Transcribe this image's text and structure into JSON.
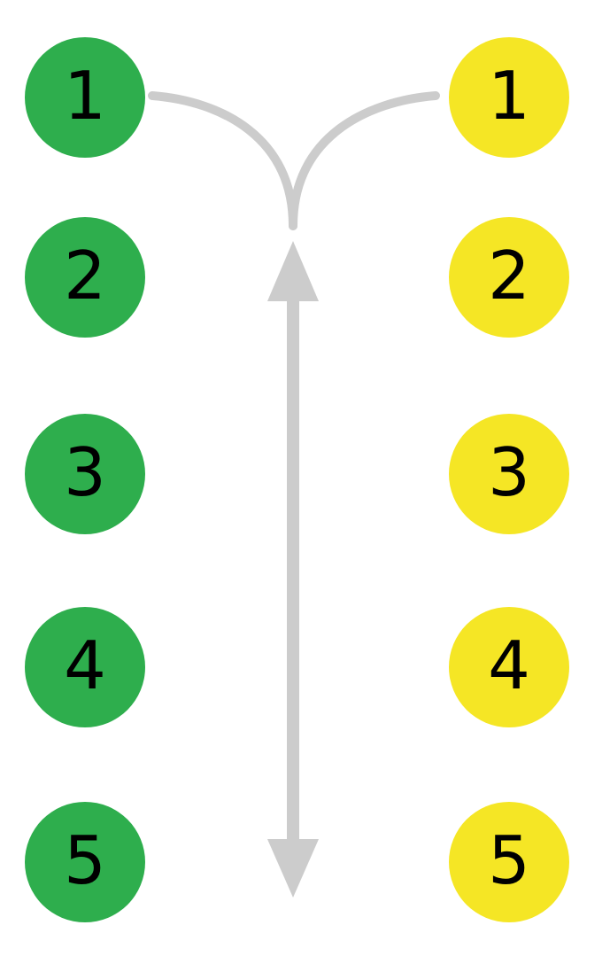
{
  "diagram": {
    "columns": {
      "left": {
        "color": "#2eae4d",
        "items": [
          "1",
          "2",
          "3",
          "4",
          "5"
        ]
      },
      "right": {
        "color": "#f5e625",
        "items": [
          "1",
          "2",
          "3",
          "4",
          "5"
        ]
      }
    },
    "connector": {
      "color": "#cccccc"
    },
    "label_color": "#000000"
  }
}
